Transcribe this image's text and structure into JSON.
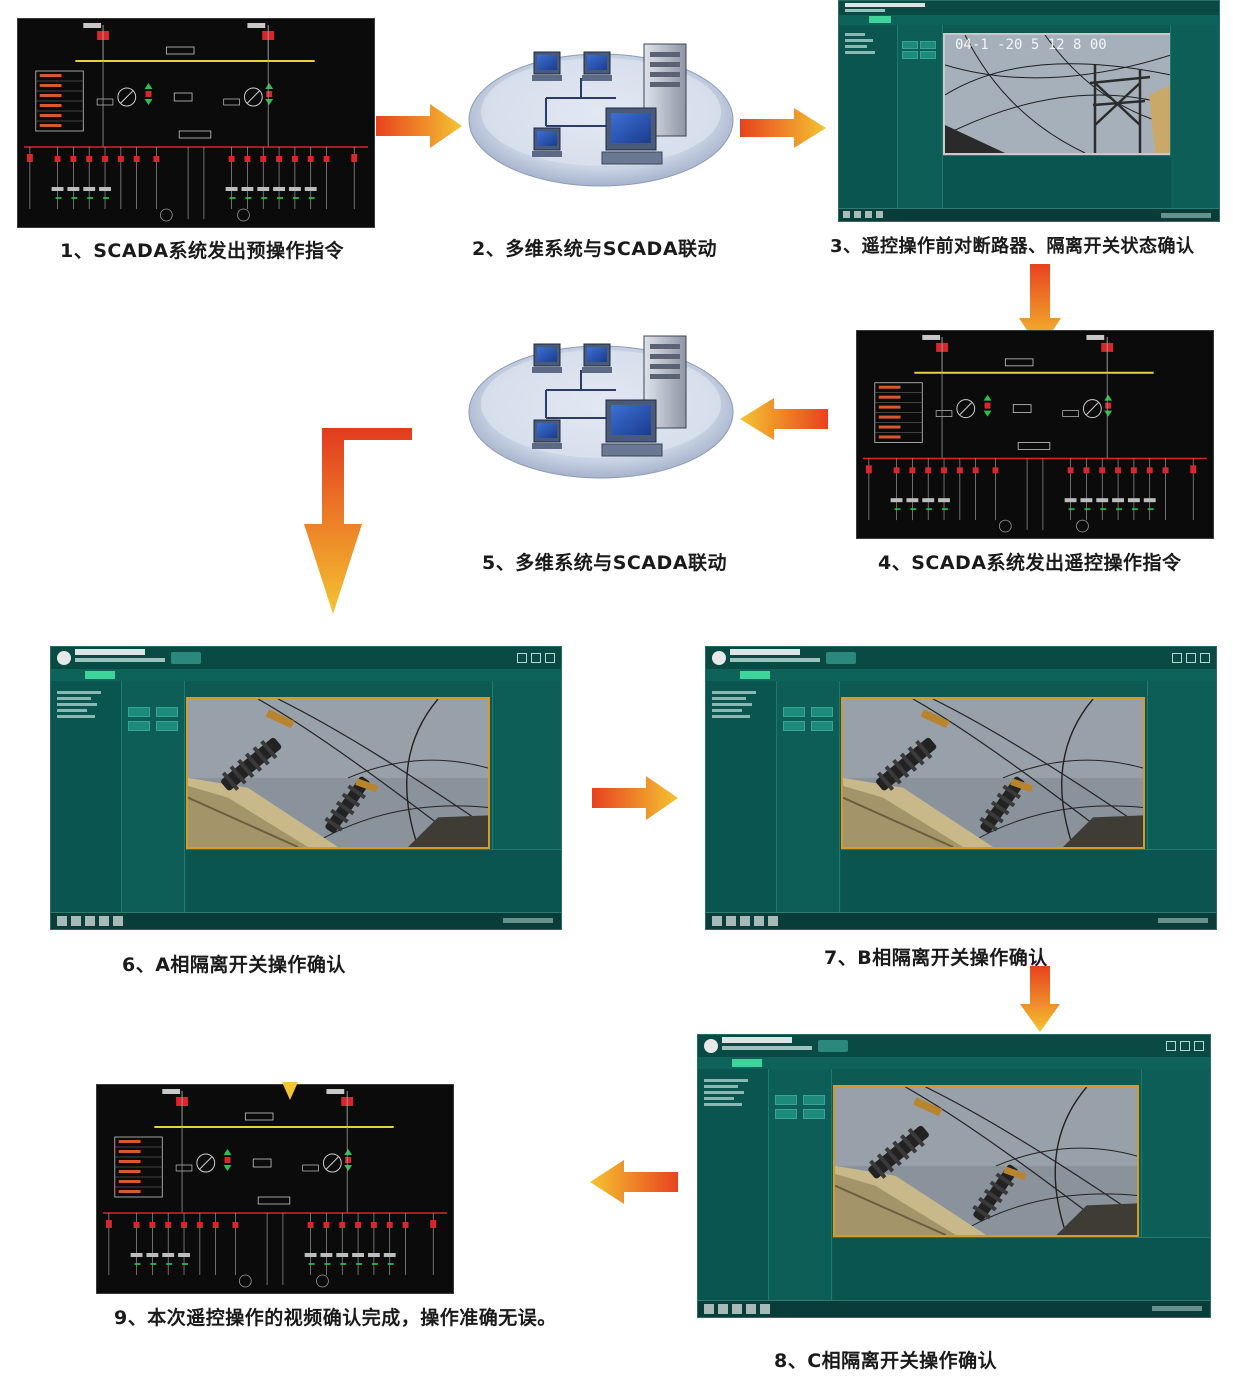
{
  "steps": [
    {
      "id": 1,
      "label": "1、SCADA系统发出预操作指令"
    },
    {
      "id": 2,
      "label": "2、多维系统与SCADA联动"
    },
    {
      "id": 3,
      "label": "3、遥控操作前对断路器、隔离开关状态确认"
    },
    {
      "id": 4,
      "label": "4、SCADA系统发出遥控操作指令"
    },
    {
      "id": 5,
      "label": "5、多维系统与SCADA联动"
    },
    {
      "id": 6,
      "label": "6、A相隔离开关操作确认"
    },
    {
      "id": 7,
      "label": "7、B相隔离开关操作确认"
    },
    {
      "id": 8,
      "label": "8、C相隔离开关操作确认"
    },
    {
      "id": 9,
      "label": "9、本次遥控操作的视频确认完成，操作准确无误。"
    }
  ],
  "video_timestamp": "04-1 -20 5 12 8 00",
  "colors": {
    "arrow_start": "#e8421e",
    "arrow_end": "#f4c431",
    "app_bg": "#0c5a52",
    "scada_bus": "#e8d23c",
    "scada_red": "#d8262c",
    "video_border": "#d79a28"
  }
}
